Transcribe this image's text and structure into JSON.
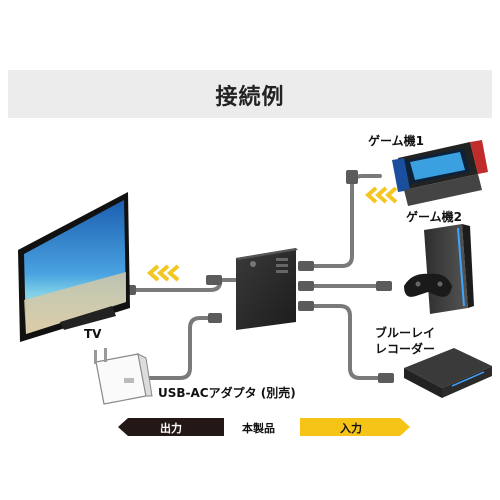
{
  "title": "接続例",
  "labels": {
    "tv": "TV",
    "game1": "ゲーム機1",
    "game2": "ゲーム機2",
    "recorder_line1": "ブルーレイ",
    "recorder_line2": "レコーダー",
    "adapter": "USB-ACアダプタ (別売)"
  },
  "legend": {
    "output": "出力",
    "center": "本製品",
    "input": "入力"
  },
  "colors": {
    "output": "#231815",
    "input": "#f6c417",
    "cable": "#7a7a7a",
    "arrow": "#f3c623",
    "title_bg": "#ececec"
  }
}
